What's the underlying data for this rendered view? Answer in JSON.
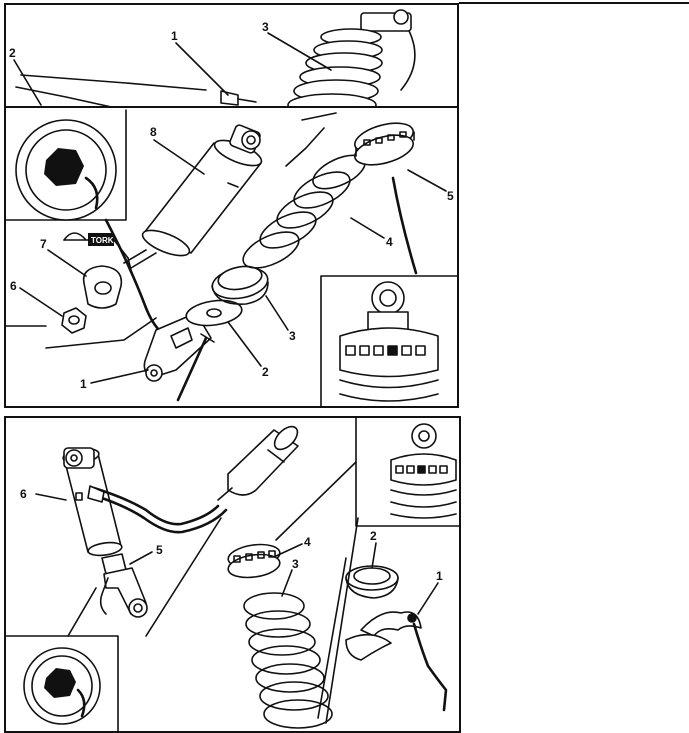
{
  "top_panel": {
    "callouts": [
      "1",
      "2",
      "3"
    ]
  },
  "middle_panel": {
    "callouts": [
      "1",
      "2",
      "3",
      "4",
      "5",
      "6",
      "7",
      "8"
    ],
    "torque_tag": "TORK"
  },
  "bottom_panel": {
    "callouts": [
      "1",
      "2",
      "3",
      "4",
      "5",
      "6"
    ]
  }
}
